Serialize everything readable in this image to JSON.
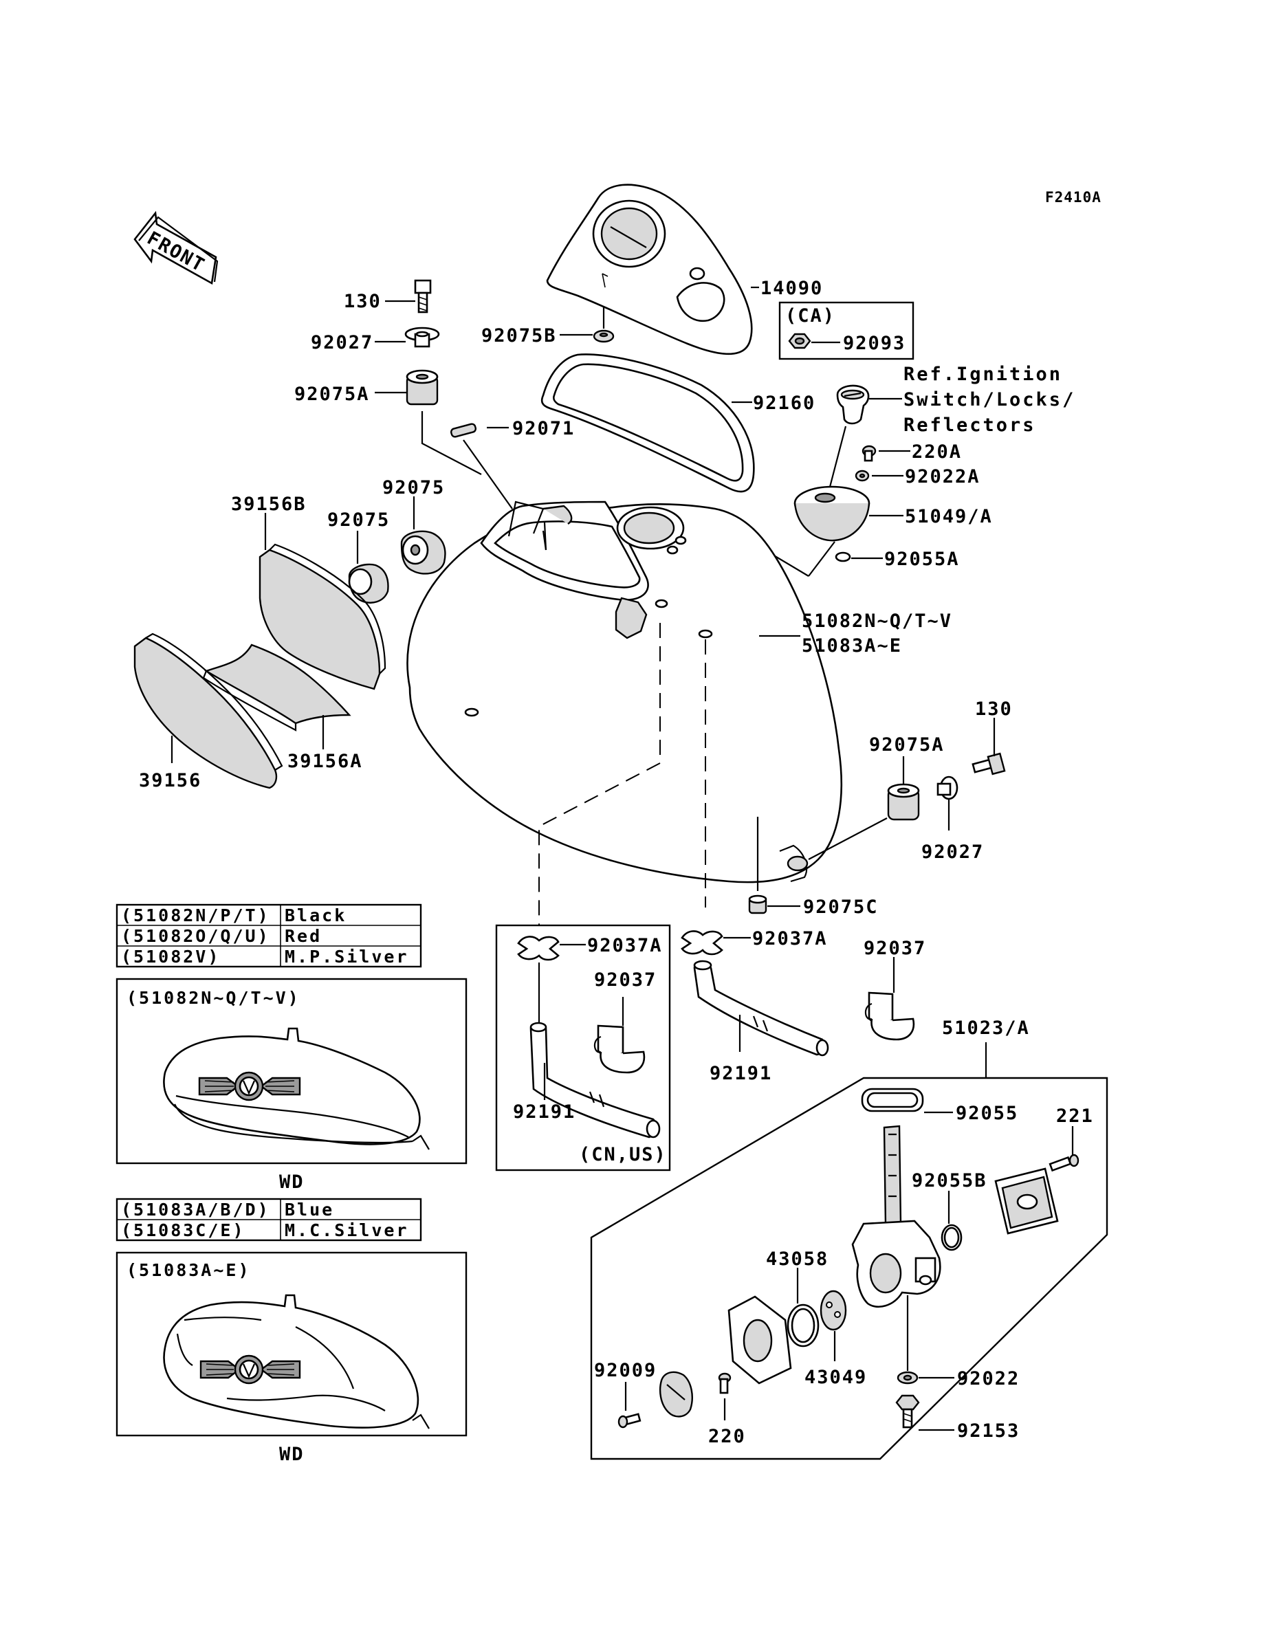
{
  "figure_code": "F2410A",
  "front_arrow": {
    "label": "FRONT",
    "icon": "front-arrow-icon"
  },
  "labels": {
    "p130_top": "130",
    "p92027_top": "92027",
    "p92075A_top": "92075A",
    "p92075B": "92075B",
    "p14090": "14090",
    "p92093": "92093",
    "ca": "(CA)",
    "p92160": "92160",
    "p92071": "92071",
    "ref_line1": "Ref.Ignition",
    "ref_line2": "Switch/Locks/",
    "ref_line3": "Reflectors",
    "p220A": "220A",
    "p92022A": "92022A",
    "p51049A": "51049/A",
    "p92055A": "92055A",
    "p92075_a": "92075",
    "p92075_b": "92075",
    "p39156B": "39156B",
    "p39156": "39156",
    "p39156A": "39156A",
    "tank_line1": "51082N~Q/T~V",
    "tank_line2": "51083A~E",
    "p130_right": "130",
    "p92075A_right": "92075A",
    "p92027_right": "92027",
    "p92075C": "92075C",
    "p92037A_left": "92037A",
    "p92037A_right": "92037A",
    "p92037_box": "92037",
    "p92037_right": "92037",
    "p92191_box": "92191",
    "p92191_right": "92191",
    "cn_us": "(CN,US)",
    "p51023A": "51023/A",
    "p92055": "92055",
    "p221": "221",
    "p92055B": "92055B",
    "p43058": "43058",
    "p43049": "43049",
    "p92009": "92009",
    "p220": "220",
    "p92022": "92022",
    "p92153": "92153"
  },
  "color_table_1": [
    {
      "part": "(51082N/P/T)",
      "color": "Black"
    },
    {
      "part": "(51082O/Q/U)",
      "color": "Red"
    },
    {
      "part": "(51082V)",
      "color": "M.P.Silver"
    }
  ],
  "color_table_2": [
    {
      "part": "(51083A/B/D)",
      "color": "Blue"
    },
    {
      "part": "(51083C/E)",
      "color": "M.C.Silver"
    }
  ],
  "inset_1": {
    "title": "(51082N~Q/T~V)",
    "caption": "WD"
  },
  "inset_2": {
    "title": "(51083A~E)",
    "caption": "WD"
  }
}
